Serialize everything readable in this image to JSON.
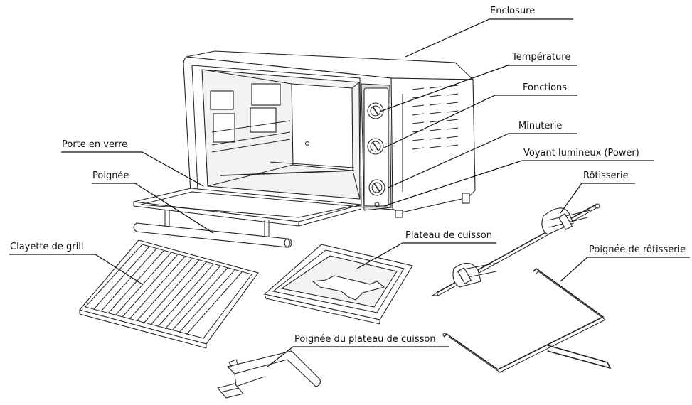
{
  "labels": {
    "enclosure": "Enclosure",
    "temperature": "Température",
    "functions": "Fonctions",
    "timer": "Minuterie",
    "power_light": "Voyant lumineux (Power)",
    "rotisserie": "Rôtisserie",
    "glass_door": "Porte en verre",
    "handle": "Poignée",
    "grill_rack": "Clayette de grill",
    "baking_tray": "Plateau de cuisson",
    "rotisserie_handle": "Poignée de rôtisserie",
    "tray_handle": "Poignée du plateau de cuisson"
  },
  "icons": {
    "oven": "toaster-oven-icon",
    "rack": "wire-rack-icon",
    "tray": "baking-tray-icon",
    "spit": "rotisserie-spit-icon",
    "spit_handle": "rotisserie-handle-icon",
    "tray_handle": "tray-handle-icon"
  }
}
